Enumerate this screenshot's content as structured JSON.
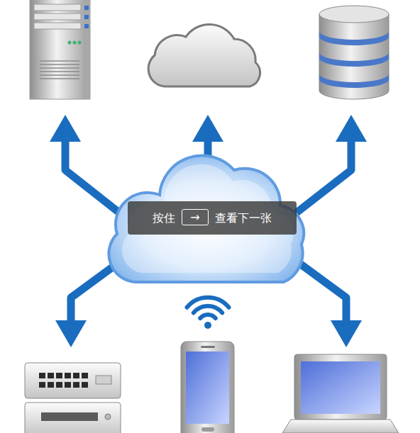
{
  "diagram": {
    "nodes": [
      {
        "text": [
          "按住",
          "查看下一张"
        ]
      },
      {
        "text": [
          "→"
        ],
        "in": 0
      }
    ]
  }
}
